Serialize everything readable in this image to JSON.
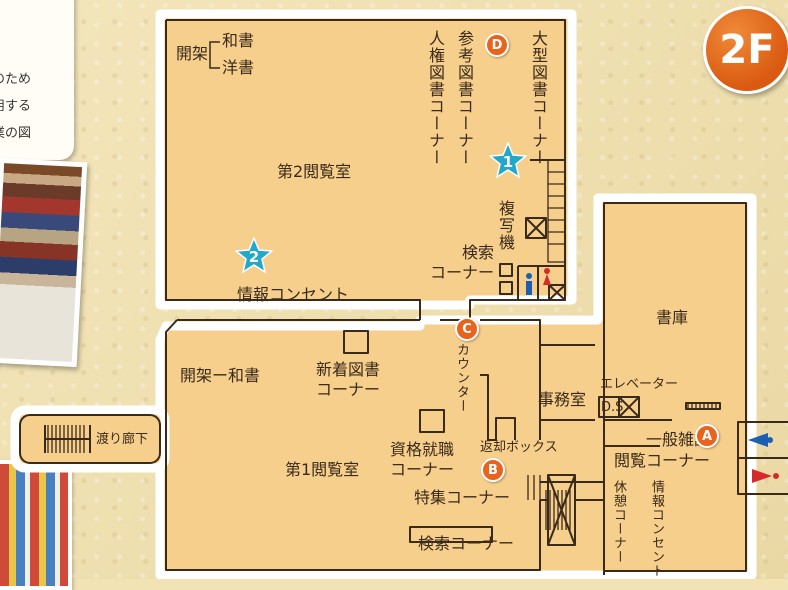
{
  "floor_label": "2F",
  "note": {
    "lines": [
      "のため",
      "用する",
      "業の図"
    ]
  },
  "rooms": {
    "reading2": "第2閲覧室",
    "reading1": "第1閲覧室",
    "stacks": "書庫",
    "office": "事務室",
    "corridor": "渡り廊下"
  },
  "labels": {
    "open_stacks": "開架",
    "japanese_books": "和書",
    "western_books": "洋書",
    "human_rights": "人権図書コーナー",
    "reference": "参考図書コーナー",
    "large_books": "大型図書コーナー",
    "copier": "複写機",
    "search_upper": "検索\nコーナー",
    "info_outlet_upper": "情報コンセント",
    "open_japanese": "開架ー和書",
    "new_books": "新着図書\nコーナー",
    "counter": "カウンター",
    "qualification": "資格就職\nコーナー",
    "return_box": "返却ボックス",
    "special": "特集コーナー",
    "search_lower": "検索コーナー",
    "elevator": "エレベーター",
    "ds": "D.S",
    "magazines": "一般雑誌\n閲覧コーナー",
    "rest": "休憩コーナー",
    "info_outlet_lower": "情報コンセント"
  },
  "markers": {
    "a": "A",
    "b": "B",
    "c": "C",
    "d": "D"
  },
  "stars": {
    "one": "1",
    "two": "2"
  },
  "colors": {
    "floor": "#f6cf8c",
    "wall": "#3a2a1a",
    "marker": "#e8641c",
    "star": "#23a9c8",
    "badge": "#e06a1a"
  }
}
